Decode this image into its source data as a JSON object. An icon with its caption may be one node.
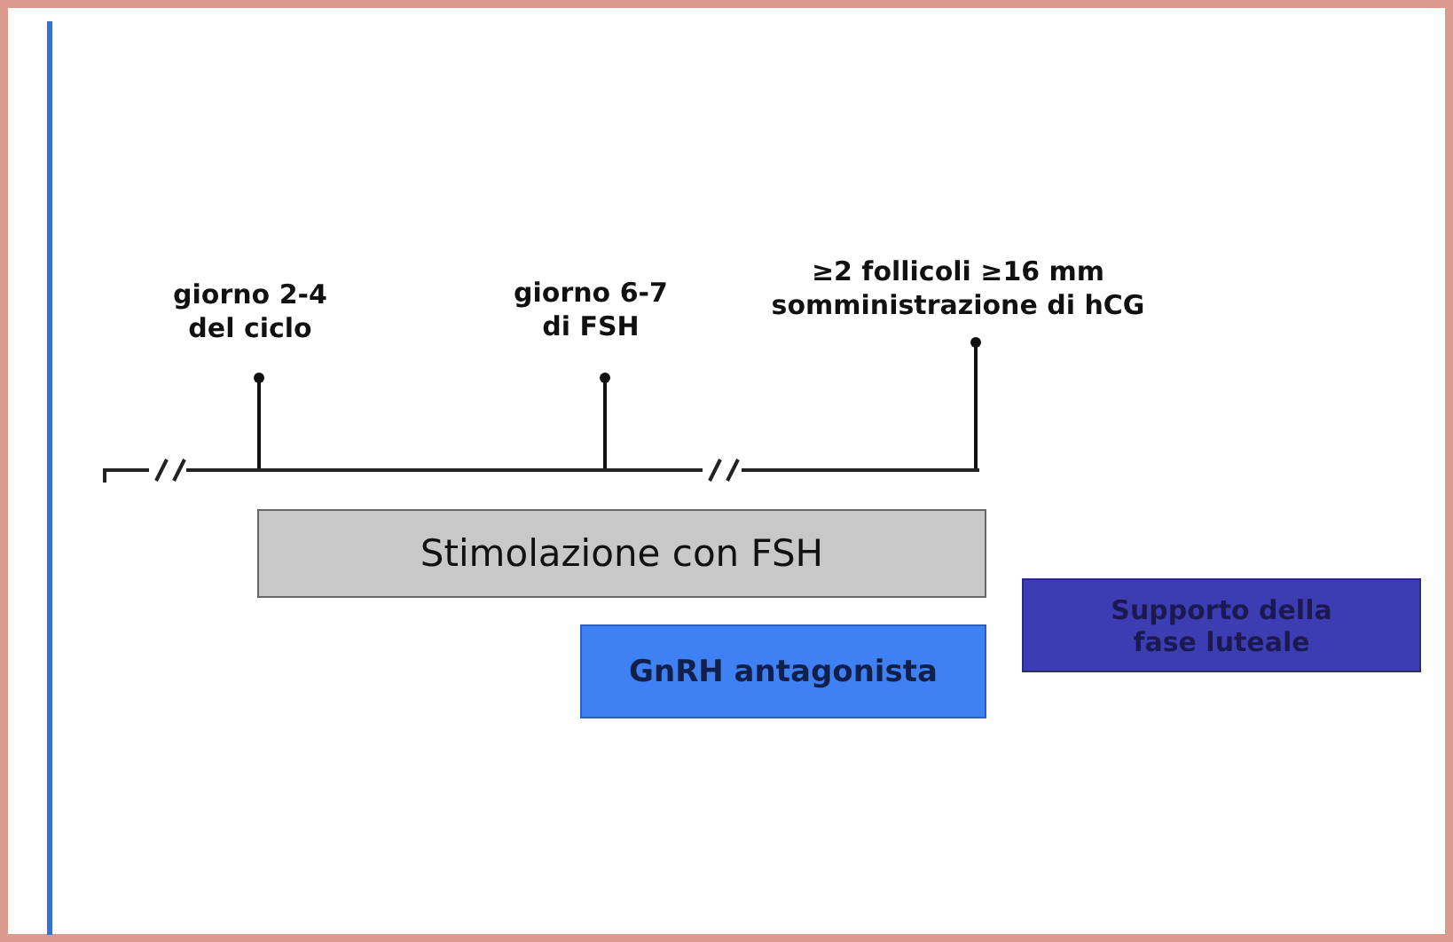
{
  "diagram": {
    "nodes": [
      {
        "text": [
          "giorno 2-4 del ciclo"
        ]
      },
      {
        "text": [
          "giorno 6-7 di FSH"
        ]
      },
      {
        "text": [
          "≥2 follicoli ≥16 mm",
          "somministrazione di hCG"
        ]
      },
      {
        "text": [],
        "shape": "bar"
      },
      {
        "text": [
          "Stimolazione con FSH"
        ]
      },
      {
        "text": [
          "GnRH antagonista"
        ]
      },
      {
        "text": [
          "Supporto della fase luteale"
        ]
      }
    ],
    "edges": [
      {
        "from": 0,
        "to": 3,
        "arrow": "other"
      },
      {
        "from": 1,
        "to": 3,
        "arrow": "other"
      },
      {
        "from": 2,
        "to": 3,
        "arrow": "other"
      }
    ]
  }
}
